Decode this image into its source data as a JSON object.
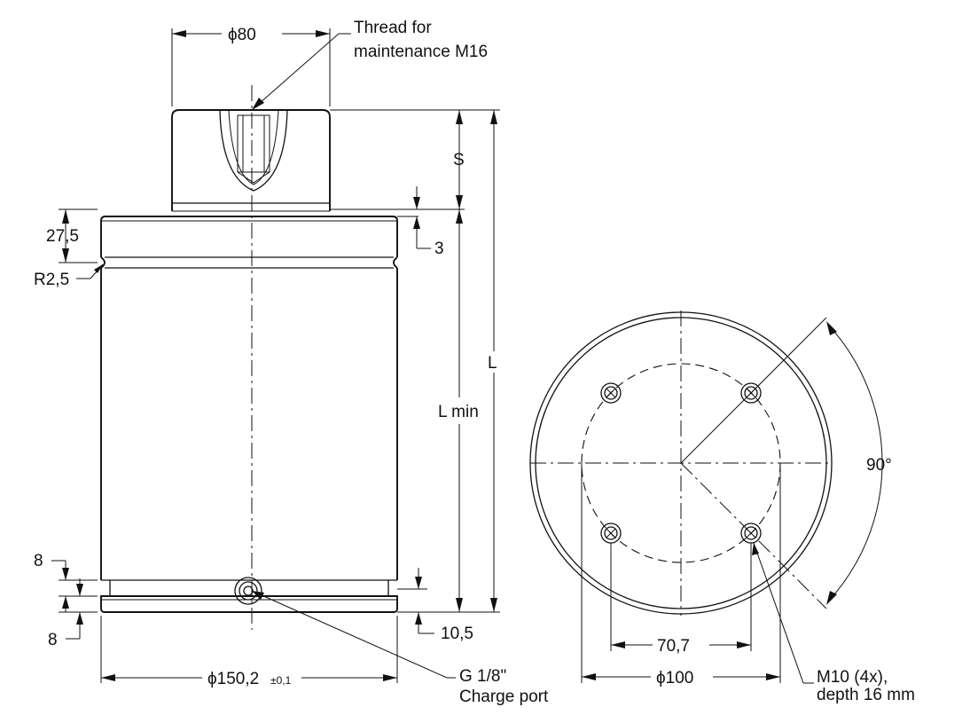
{
  "side_view": {
    "top_diameter": "ϕ80",
    "thread_callout_line1": "Thread for",
    "thread_callout_line2": "maintenance M16",
    "stroke_label": "S",
    "height_top_groove": "27,5",
    "groove_radius": "R2,5",
    "groove_depth": "3",
    "total_length": "L",
    "min_length": "L min",
    "bottom_groove_top": "8",
    "bottom_groove_bottom": "8",
    "base_offset": "10,5",
    "body_diameter_main": "ϕ150,2",
    "body_diameter_tolerance": "±0,1",
    "port_label_line1": "G 1/8\"",
    "port_label_line2": "Charge port"
  },
  "bottom_view": {
    "angle": "90°",
    "hole_spacing": "70,7",
    "pitch_diameter": "ϕ100",
    "hole_callout_line1": "M10 (4x),",
    "hole_callout_line2": "depth 16 mm"
  }
}
